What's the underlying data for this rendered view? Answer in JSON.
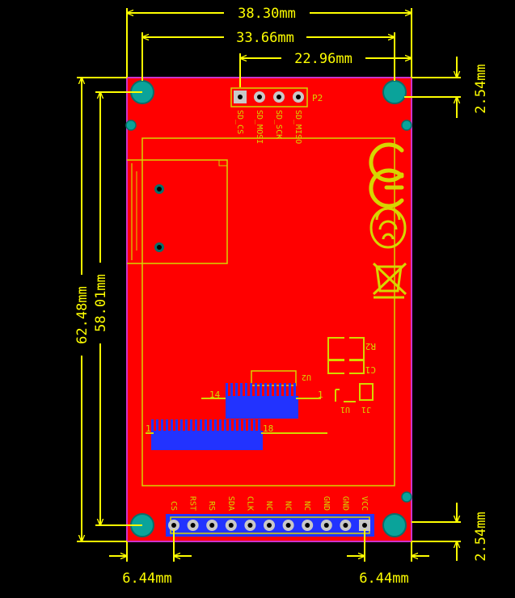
{
  "colors": {
    "background": "#000000",
    "board": "#ff0000",
    "outline": "#cc33cc",
    "silk": "#d6d600",
    "dimension": "#ffff00",
    "pad": "#0aa39a",
    "pad_dark": "#0a6f6a",
    "bottom_layer": "#2233ff",
    "pin_pad": "#c8c8c8"
  },
  "dimensions": {
    "board_width": "38.30mm",
    "hole_spacing": "33.66mm",
    "header_span": "22.96mm",
    "pitch_top": "2.54mm",
    "board_height": "62.48mm",
    "hole_height": "58.01mm",
    "offset_left": "6.44mm",
    "offset_right": "6.44mm",
    "pitch_bottom": "2.54mm"
  },
  "connector_p2": {
    "label": "P2",
    "pins": [
      "SD_CS",
      "SD_MOSI",
      "SD_SCK",
      "SD_MISO"
    ]
  },
  "main_header": {
    "pins": [
      "CS",
      "RST",
      "RS",
      "SDA",
      "CLK",
      "NC",
      "NC",
      "NC",
      "GND",
      "GND",
      "VCC"
    ]
  },
  "components": {
    "u2": "U2",
    "u1": "U1",
    "r2": "R2",
    "c1": "C1",
    "j1": "J1",
    "fpc_small_pin_start": "14",
    "fpc_small_pin_end": "1",
    "fpc_large_pin_start": "1",
    "fpc_large_pin_end": "18"
  }
}
